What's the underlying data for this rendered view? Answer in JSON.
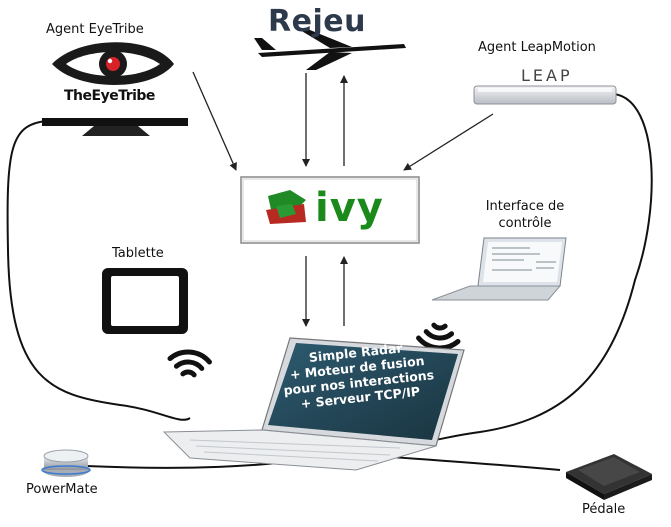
{
  "nodes": {
    "rejeu": "Rejeu",
    "eyetribe_agent": "Agent EyeTribe",
    "eyetribe_logo_text": "TheEyeTribe",
    "leap_agent": "Agent LeapMotion",
    "leap_logo_text": "LEAP",
    "ivy": "ivy",
    "control_line1": "Interface de",
    "control_line2": "contrôle",
    "tablet": "Tablette",
    "powermate": "PowerMate",
    "pedal": "Pédale"
  },
  "laptop_screen": {
    "lines": [
      "Simple Radar",
      "+ Moteur de fusion",
      "pour nos interactions",
      "+ Serveur TCP/IP"
    ]
  },
  "icons": [
    "eye-logo-icon",
    "airplane-icon",
    "leap-device-icon",
    "ivy-logo-icon",
    "tablet-icon",
    "laptop-icon",
    "wifi-icon",
    "knob-icon",
    "pedal-icon"
  ]
}
